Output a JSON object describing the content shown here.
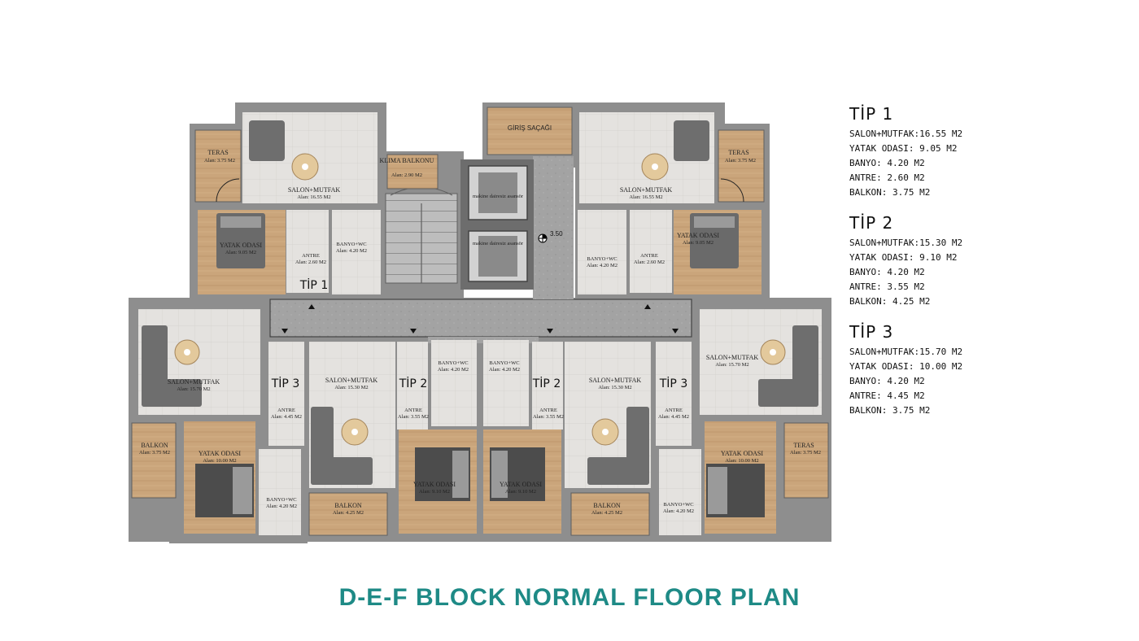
{
  "plan": {
    "title": "D-E-F BLOCK NORMAL FLOOR PLAN",
    "entrance_label": "GİRİŞ SAÇAĞI",
    "climate_balcony": {
      "name": "KLIMA BALKONU",
      "area": "Alan: 2.90 M2"
    },
    "machine_room": "makine dairesiz asansör",
    "level_mark": "3.50",
    "unit_tags": {
      "tip1": "TİP 1",
      "tip2": "TİP 2",
      "tip3": "TİP 3"
    },
    "rooms": {
      "teras_a": {
        "name": "TERAS",
        "area": "Alan: 3.75 M2"
      },
      "salon_tip1": {
        "name": "SALON+MUTFAK",
        "area": "Alan: 16.55 M2"
      },
      "yatak_tip1": {
        "name": "YATAK ODASI",
        "area": "Alan: 9.05 M2"
      },
      "banyo_tip1": {
        "name": "BANYO+WC",
        "area": "Alan: 4.20 M2"
      },
      "antre_tip1": {
        "name": "ANTRE",
        "area": "Alan: 2.60 M2"
      },
      "salon_tip3": {
        "name": "SALON+MUTFAK",
        "area": "Alan: 15.70 M2"
      },
      "yatak_tip3": {
        "name": "YATAK ODASI",
        "area": "Alan: 10.00 M2"
      },
      "banyo_tip3": {
        "name": "BANYO+WC",
        "area": "Alan: 4.20 M2"
      },
      "antre_tip3": {
        "name": "ANTRE",
        "area": "Alan: 4.45 M2"
      },
      "balkon_tip3": {
        "name": "BALKON",
        "area": "Alan: 3.75 M2"
      },
      "salon_tip2": {
        "name": "SALON+MUTFAK",
        "area": "Alan: 15.30 M2"
      },
      "yatak_tip2": {
        "name": "YATAK ODASI",
        "area": "Alan: 9.10 M2"
      },
      "banyo_tip2": {
        "name": "BANYO+WC",
        "area": "Alan: 4.20 M2"
      },
      "antre_tip2": {
        "name": "ANTRE",
        "area": "Alan: 3.55 M2"
      },
      "balkon_tip2": {
        "name": "BALKON",
        "area": "Alan: 4.25 M2"
      }
    }
  },
  "legend": [
    {
      "title": "TİP 1",
      "rows": [
        "SALON+MUTFAK:16.55 M2",
        "YATAK ODASI: 9.05 M2",
        "BANYO: 4.20 M2",
        "ANTRE: 2.60 M2",
        "BALKON: 3.75 M2"
      ]
    },
    {
      "title": "TİP 2",
      "rows": [
        "SALON+MUTFAK:15.30 M2",
        "YATAK ODASI: 9.10 M2",
        "BANYO: 4.20 M2",
        "ANTRE: 3.55 M2",
        "BALKON: 4.25 M2"
      ]
    },
    {
      "title": "TİP 3",
      "rows": [
        "SALON+MUTFAK:15.70 M2",
        "YATAK ODASI: 10.00 M2",
        "BANYO: 4.20 M2",
        "ANTRE: 4.45 M2",
        "BALKON: 3.75 M2"
      ]
    }
  ],
  "colors": {
    "wall": "#8e8e8e",
    "wall_dark": "#5f5f5f",
    "floor_light": "#e3e1de",
    "wood": "#c9a47a",
    "wood_dark": "#9c7a55",
    "corridor": "#9a9a9a",
    "sofa": "#6e6e6e",
    "title": "#1e8a86"
  }
}
